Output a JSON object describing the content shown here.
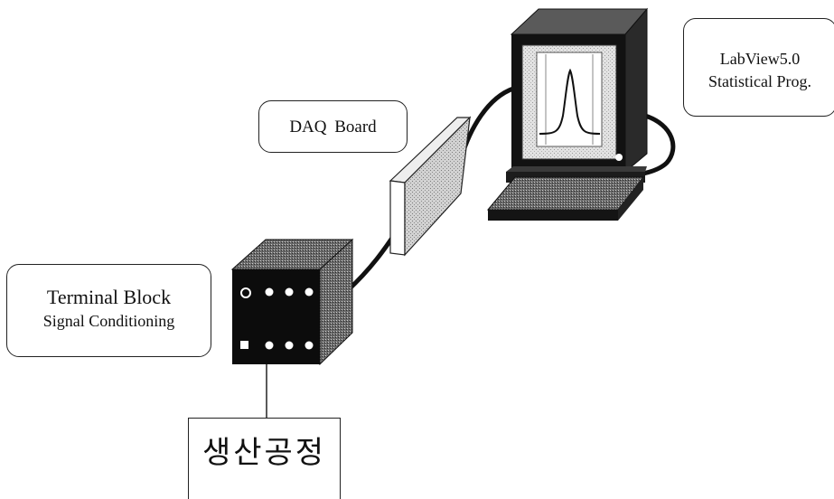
{
  "labels": {
    "daq_board": "DAQ Board",
    "labview_line1": "LabView5.0",
    "labview_line2": "Statistical Prog.",
    "terminal_line1": "Terminal Block",
    "terminal_line2": "Signal Conditioning",
    "process": "생산공정"
  }
}
